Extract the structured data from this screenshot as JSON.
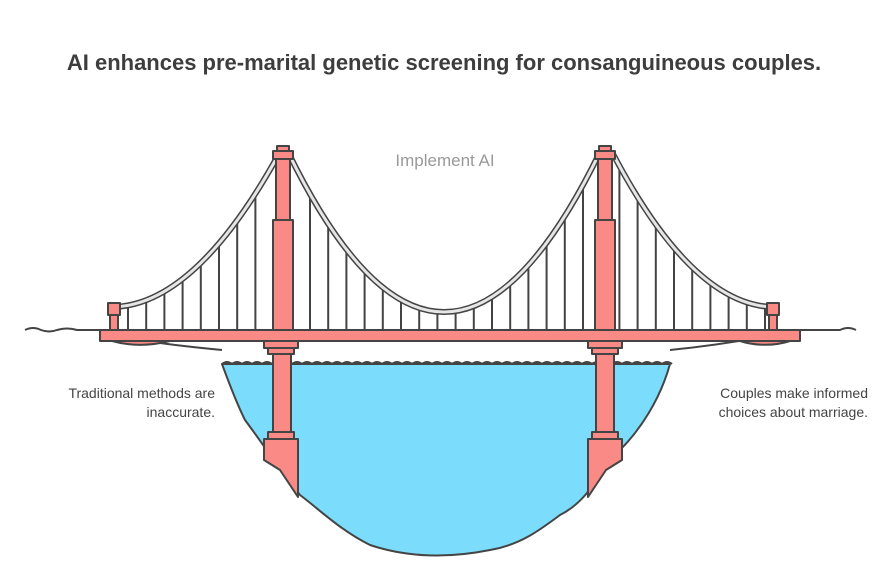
{
  "title": "AI enhances pre-marital genetic screening for consanguineous couples.",
  "bridge_label": "Implement AI",
  "left_label": "Traditional methods are inaccurate.",
  "right_label": "Couples make informed choices about marriage.",
  "colors": {
    "tower": "#f98a86",
    "water": "#7cdcfc",
    "cable": "#e6e6e6",
    "outline": "#444444"
  }
}
